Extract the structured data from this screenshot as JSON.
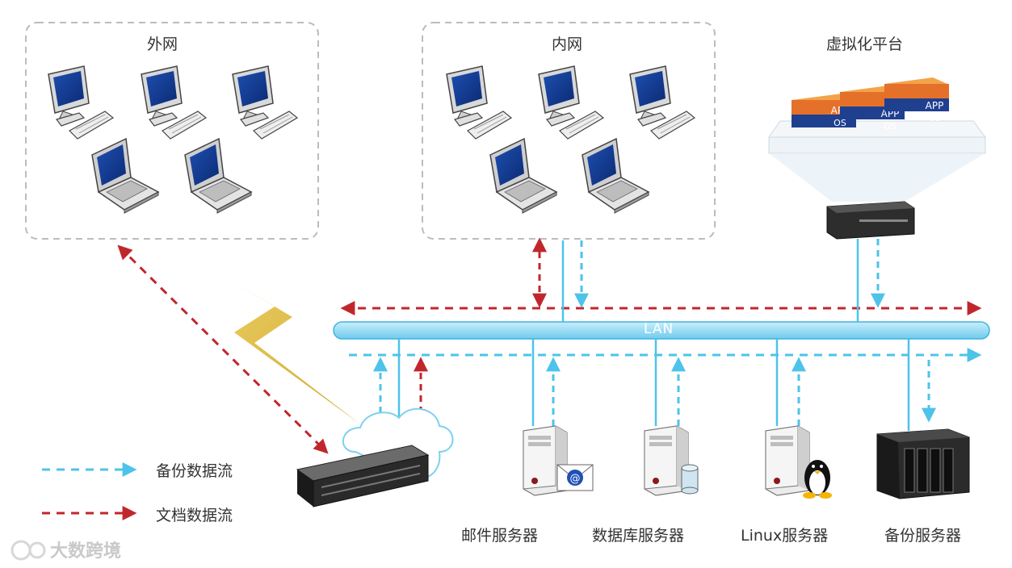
{
  "groups": {
    "external": "外网",
    "internal": "内网",
    "virtualization": "虚拟化平台"
  },
  "lan_label": "LAN",
  "vm_labels": {
    "app": "APP",
    "os": "OS"
  },
  "servers": {
    "mail": "邮件服务器",
    "database": "数据库服务器",
    "linux": "Linux服务器",
    "backup": "备份服务器"
  },
  "legend": {
    "backup_flow": "备份数据流",
    "document_flow": "文档数据流"
  },
  "watermark": "大数跨境",
  "colors": {
    "backup_flow": "#4ec3ea",
    "document_flow": "#c0272d",
    "lan_bus": "#8fd8f2",
    "group_border": "#bcbcbc",
    "lightning": "#e8c138"
  }
}
